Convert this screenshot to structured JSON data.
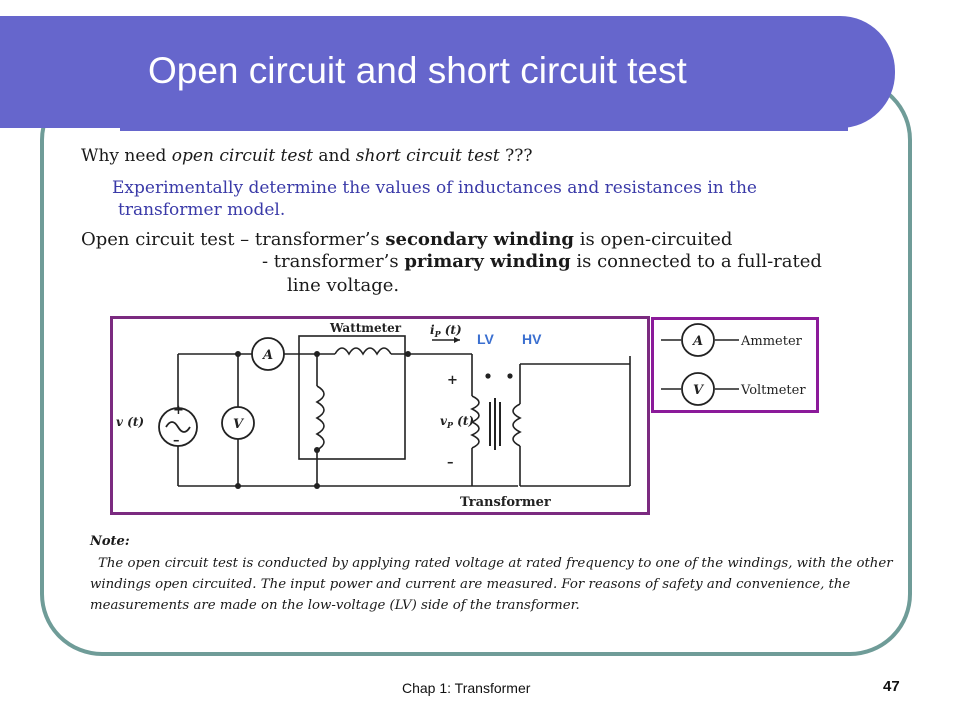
{
  "slide": {
    "title": "Open circuit and short circuit test",
    "question": {
      "prefix": "Why need ",
      "term1": "open circuit test",
      "mid": " and ",
      "term2": "short circuit test",
      "suffix": " ???"
    },
    "answer_line1": "Experimentally determine the values of inductances and resistances in the",
    "answer_line2": "transformer model.",
    "oc_line1": {
      "prefix": "Open circuit test – transformer’s ",
      "bold": "secondary winding",
      "suffix": " is open-circuited"
    },
    "oc_line2": {
      "prefix": "- transformer’s ",
      "bold": "primary winding",
      "suffix": " is connected to a full-rated"
    },
    "oc_line3": "line voltage.",
    "note_title": "Note:",
    "note_text": "The open circuit test is conducted by applying rated voltage at rated frequency to one of the windings, with the other windings open circuited. The input power and current are measured. For reasons of safety and convenience, the measurements are made on the low-voltage (LV) side of the transformer.",
    "footer": "Chap 1: Transformer",
    "page_number": "47"
  },
  "circuit": {
    "wattmeter_label": "Wattmeter",
    "current_label": "iP (t)",
    "current_main": "i",
    "current_sub": "P",
    "current_arg": " (t)",
    "lv_label": "LV",
    "hv_label": "HV",
    "source_label": "v (t)",
    "ammeter_symbol": "A",
    "voltmeter_symbol": "V",
    "plus": "+",
    "minus": "–",
    "vp_main": "v",
    "vp_sub": "P",
    "vp_arg": " (t)",
    "transformer_label": "Transformer",
    "border_color": "#7b2a80",
    "lv_hv_color": "#3a6fd0"
  },
  "legend": {
    "ammeter_symbol": "A",
    "ammeter_label": "Ammeter",
    "voltmeter_symbol": "V",
    "voltmeter_label": "Voltmeter",
    "border_color": "#8b1a9a"
  }
}
